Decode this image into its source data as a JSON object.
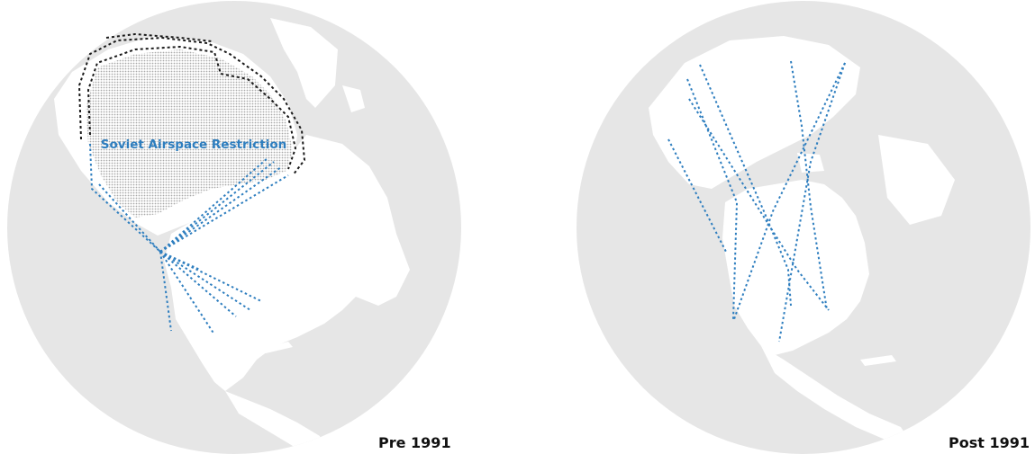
{
  "maps": [
    {
      "caption": "Pre 1991",
      "annotation": "Soviet Airspace Restriction"
    },
    {
      "caption": "Post 1991"
    }
  ],
  "colors": {
    "globe": "#e6e6e6",
    "land": "#ffffff",
    "route": "#2e7ebf",
    "restriction_border": "#1a1a1a",
    "restricted_land_hatch": "#b8b8b8",
    "caption_text": "#111111"
  }
}
